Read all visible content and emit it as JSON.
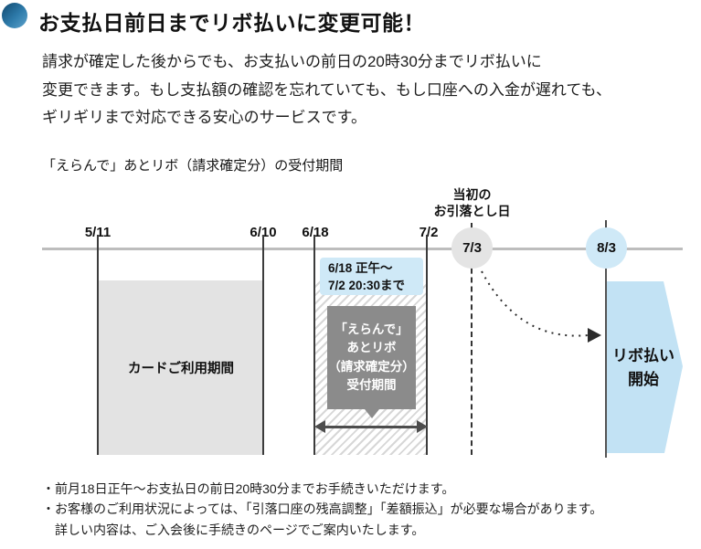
{
  "header": {
    "title": "お支払日前日までリボ払いに変更可能！"
  },
  "intro": "請求が確定した後からでも、お支払いの前日の20時30分までリボ払いに\n変更できます。もし支払額の確認を忘れていても、もし口座への入金が遅れても、\nギリギリまで対応できる安心のサービスです。",
  "diagram": {
    "caption": "「えらんで」あとリボ（請求確定分）の受付期間",
    "ticks": [
      "5/11",
      "6/10",
      "6/18",
      "7/2"
    ],
    "original_debit_label": "当初の\nお引落とし日",
    "original_debit_date": "7/3",
    "new_debit_date": "8/3",
    "card_period_label": "カードご利用期間",
    "window_label": "6/18 正午〜\n7/2  20:30まで",
    "bubble_label": "「えらんで」\nあとリボ\n（請求確定分）\n受付期間",
    "revolving_start_label": "リボ払い\n開始",
    "colors": {
      "accent_blue": "#2f7cab",
      "light_blue": "#cfe9f7",
      "shape_blue": "#c2e2f4",
      "bubble_gray": "#8b8b8b"
    }
  },
  "notes": "・前月18日正午〜お支払日の前日20時30分までお手続きいただけます。\n・お客様のご利用状況によっては、「引落口座の残高調整」「差額振込」が必要な場合があります。\n　詳しい内容は、ご入会後に手続きのページでご案内いたします。"
}
